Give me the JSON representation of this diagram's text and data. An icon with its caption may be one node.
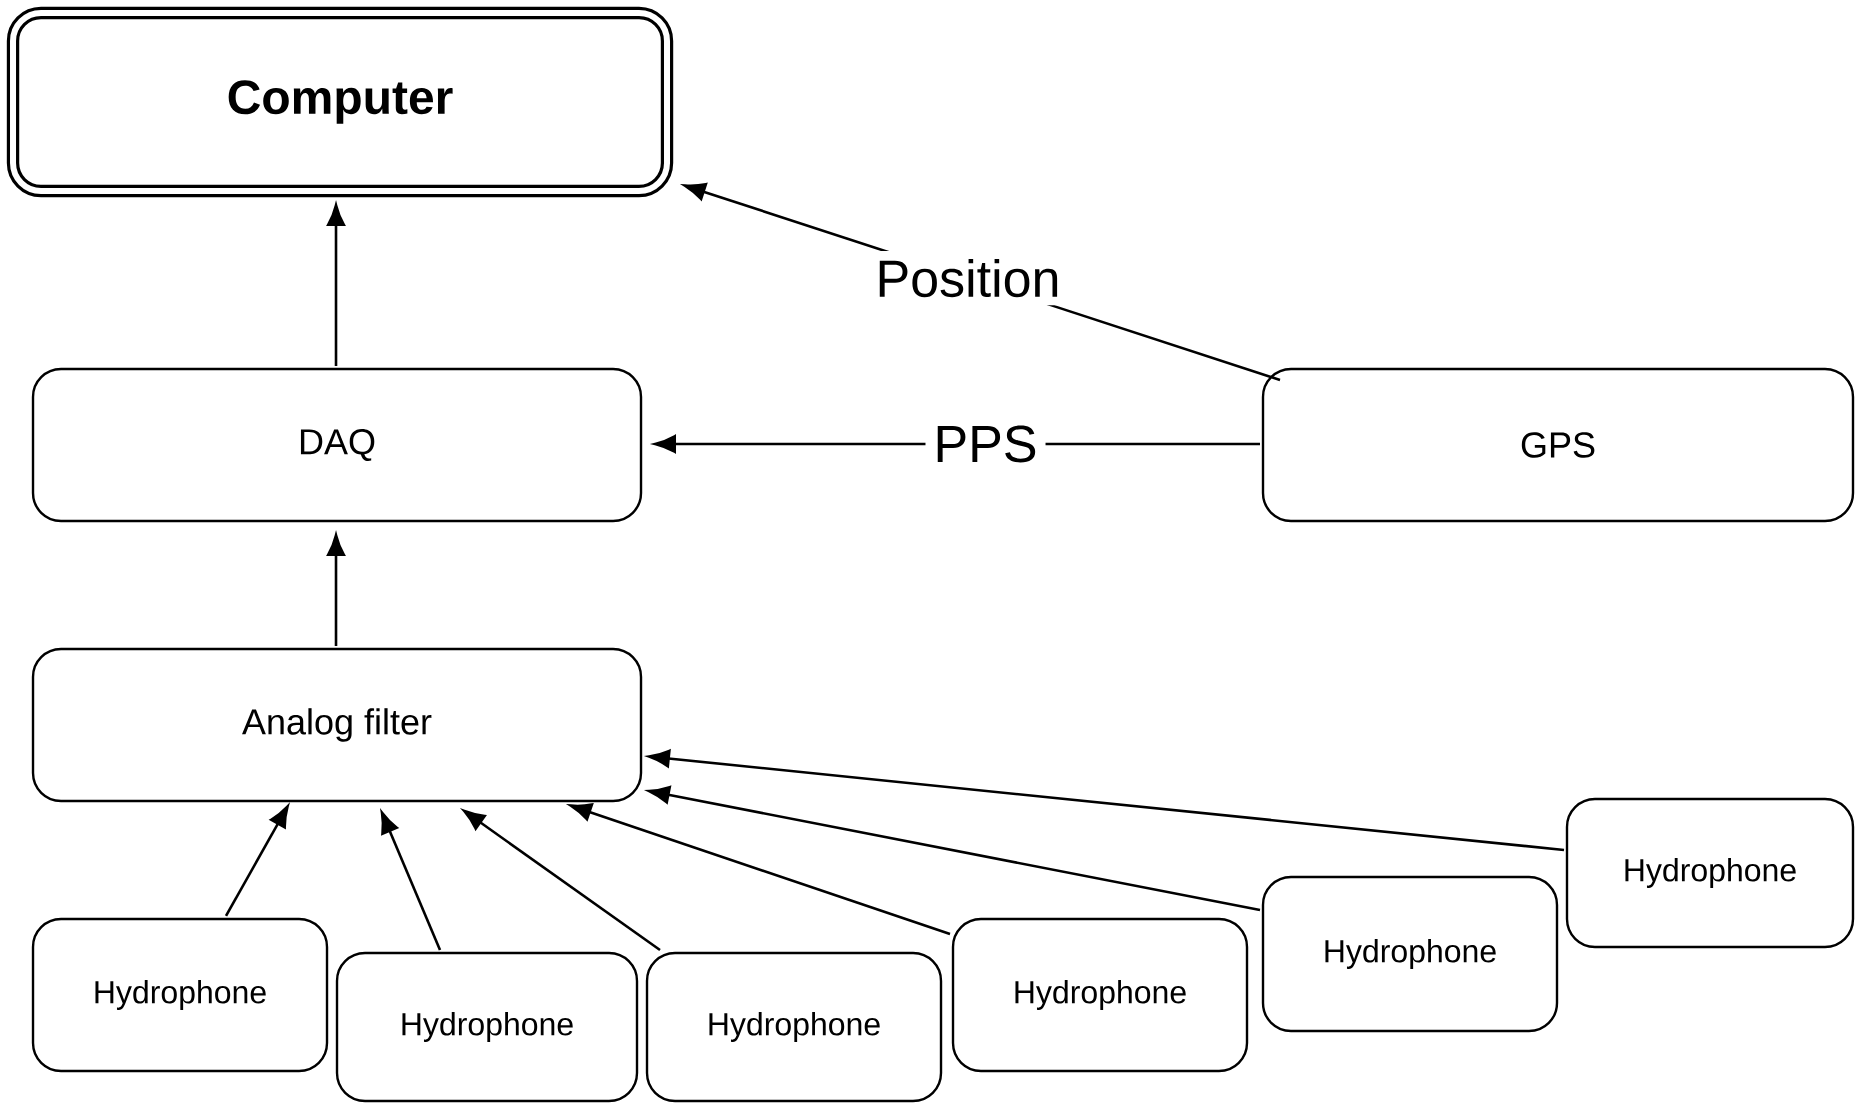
{
  "diagram": {
    "nodes": [
      {
        "text": [
          "Computer"
        ]
      },
      {
        "text": [
          "DAQ"
        ]
      },
      {
        "text": [
          "GPS"
        ]
      },
      {
        "text": [
          "Analog filter"
        ]
      },
      {
        "text": [
          "Hydrophone"
        ]
      },
      {
        "text": [
          "Hydrophone"
        ]
      },
      {
        "text": [
          "Hydrophone"
        ]
      },
      {
        "text": [
          "Hydrophone"
        ]
      },
      {
        "text": [
          "Hydrophone"
        ]
      },
      {
        "text": [
          "Hydrophone"
        ]
      }
    ],
    "edges": [
      {
        "from": 1,
        "to": 0,
        "arrow": "to"
      },
      {
        "from": 2,
        "to": 0,
        "arrow": "to",
        "label": "Position"
      },
      {
        "from": 2,
        "to": 1,
        "arrow": "to",
        "label": "PPS"
      },
      {
        "from": 3,
        "to": 1,
        "arrow": "to"
      },
      {
        "from": 4,
        "to": 3,
        "arrow": "to"
      },
      {
        "from": 5,
        "to": 3,
        "arrow": "to"
      },
      {
        "from": 6,
        "to": 3,
        "arrow": "to"
      },
      {
        "from": 7,
        "to": 3,
        "arrow": "to"
      },
      {
        "from": 8,
        "to": 3,
        "arrow": "to"
      },
      {
        "from": 9,
        "to": 3,
        "arrow": "to"
      }
    ]
  }
}
